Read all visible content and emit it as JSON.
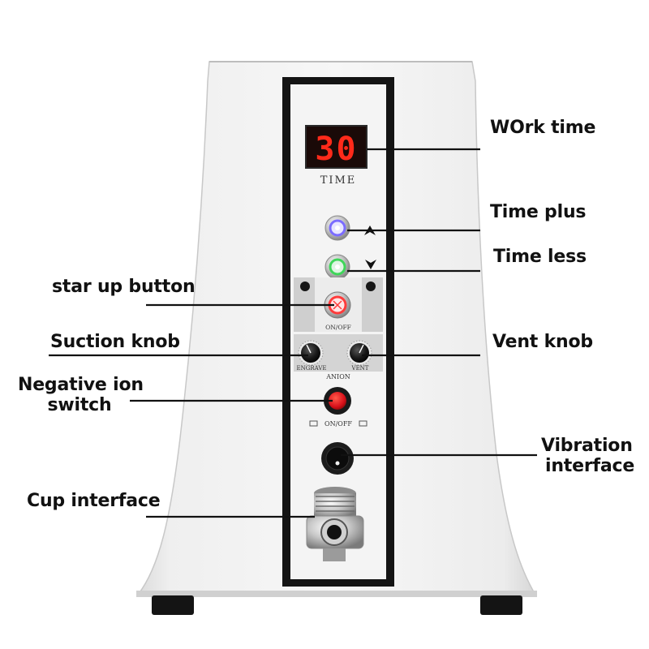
{
  "device": {
    "display_value": "30",
    "display_label": "TIME",
    "power_label": "ON/OFF",
    "engrave_label": "ENGRAVE",
    "vent_label": "VENT",
    "anion_label": "ANION",
    "anion_switch_label": "ON/OFF",
    "colors": {
      "body": "#f2f2f2",
      "panel_frame": "#141414",
      "display_digits": "#ff2a1a",
      "time_plus_ring": "#7b6cff",
      "time_less_ring": "#3fd65a",
      "start_ring": "#ff3b3b",
      "anion_switch": "#e0141a"
    }
  },
  "callouts": {
    "work_time": "WOrk time",
    "time_plus": "Time plus",
    "time_less": "Time less",
    "start_button": "star up button",
    "suction_knob": "Suction knob",
    "vent_knob": "Vent knob",
    "negative_ion_line1": "Negative ion",
    "negative_ion_line2": "switch",
    "vibration_line1": "Vibration",
    "vibration_line2": "interface",
    "cup_interface": "Cup interface"
  }
}
